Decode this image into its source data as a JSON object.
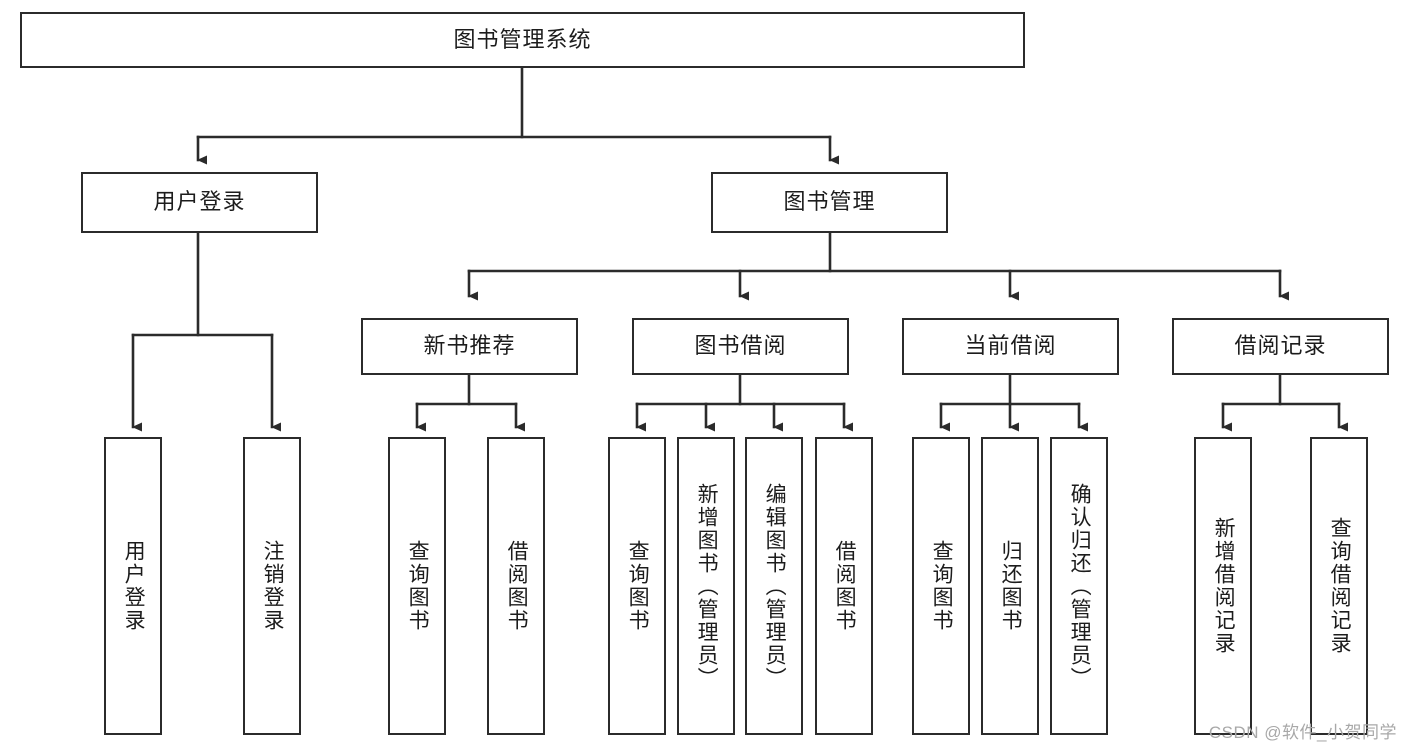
{
  "diagram": {
    "title": "图书管理系统",
    "type": "hierarchy-tree",
    "orientation": "top-down",
    "levels": 4,
    "colors": {
      "box_border": "#2b2b2b",
      "box_fill": "#ffffff",
      "connector": "#2b2b2b",
      "text": "#1c1c1c",
      "watermark": "#a8a8a8",
      "background": "#ffffff"
    }
  },
  "root": {
    "label": "图书管理系统"
  },
  "level2": [
    {
      "label": "用户登录"
    },
    {
      "label": "图书管理"
    }
  ],
  "level3": [
    {
      "label": "新书推荐"
    },
    {
      "label": "图书借阅"
    },
    {
      "label": "当前借阅"
    },
    {
      "label": "借阅记录"
    }
  ],
  "leaves": {
    "user_login": [
      {
        "label": "用户登录"
      },
      {
        "label": "注销登录"
      }
    ],
    "new_book_recommend": [
      {
        "label": "查询图书"
      },
      {
        "label": "借阅图书"
      }
    ],
    "book_borrow": [
      {
        "label": "查询图书"
      },
      {
        "label": "新增图书（管理员）"
      },
      {
        "label": "编辑图书（管理员）"
      },
      {
        "label": "借阅图书"
      }
    ],
    "current_borrow": [
      {
        "label": "查询图书"
      },
      {
        "label": "归还图书"
      },
      {
        "label": "确认归还（管理员）"
      }
    ],
    "borrow_record": [
      {
        "label": "新增借阅记录"
      },
      {
        "label": "查询借阅记录"
      }
    ]
  },
  "watermark": {
    "text": "CSDN @软件_小贺同学"
  }
}
